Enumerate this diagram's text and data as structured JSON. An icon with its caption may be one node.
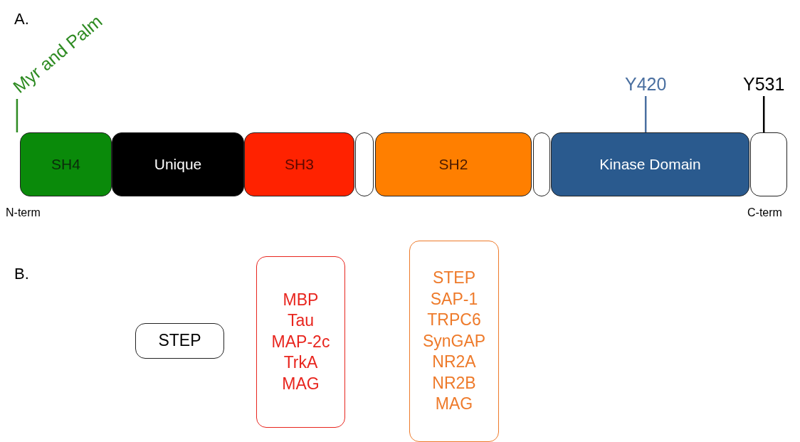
{
  "diagram": {
    "nodes": [
      {
        "text": [
          "SH4"
        ],
        "beside": [
          "N-term"
        ]
      },
      {
        "text": [
          "Unique"
        ]
      },
      {
        "text": [
          "SH3"
        ]
      },
      {
        "text": [],
        "shape": "box"
      },
      {
        "text": [
          "SH2"
        ]
      },
      {
        "text": [],
        "shape": "box"
      },
      {
        "text": [
          "Kinase Domain"
        ]
      },
      {
        "text": [],
        "shape": "box",
        "beside": [
          "C-term"
        ]
      },
      {
        "text": [
          "Myr and Palm"
        ]
      },
      {
        "text": [
          "Y420"
        ]
      },
      {
        "text": [
          "Y531"
        ]
      },
      {
        "text": [
          "STEP"
        ]
      },
      {
        "text": [
          "MBP",
          "Tau",
          "MAP-2c",
          "TrkA",
          "MAG"
        ]
      },
      {
        "text": [
          "STEP",
          "SAP-1",
          "TRPC6",
          "SynGAP",
          "NR2A",
          "NR2B",
          "MAG"
        ]
      }
    ],
    "edges": [
      {
        "from": 8,
        "to": 0,
        "arrow": "none",
        "color": "#2e8b22"
      },
      {
        "from": 9,
        "to": 6,
        "arrow": "none",
        "color": "#4a6fa0"
      },
      {
        "from": 10,
        "to": 7,
        "arrow": "none",
        "color": "#000000"
      }
    ],
    "labels": [
      "A.",
      "B."
    ]
  }
}
